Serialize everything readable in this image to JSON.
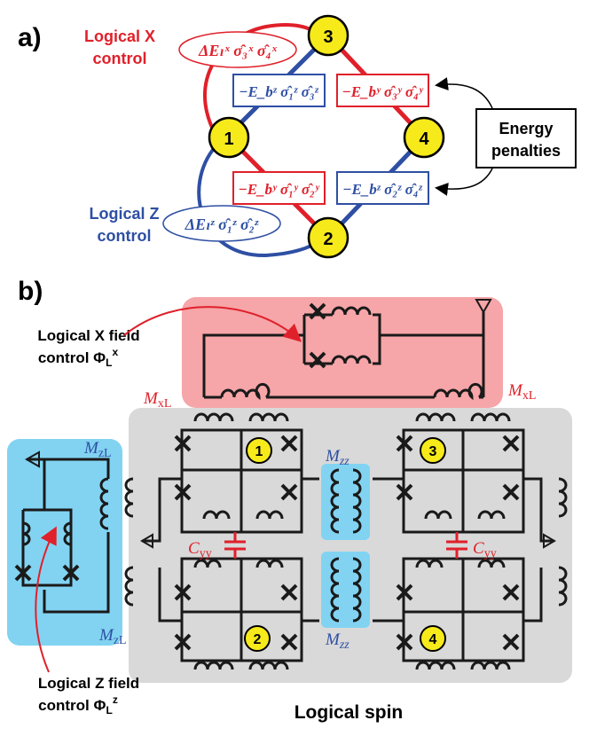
{
  "panel_a": {
    "label": "a)",
    "nodes": [
      "1",
      "2",
      "3",
      "4"
    ],
    "logical_x_control": {
      "line1": "Logical X",
      "line2": "control"
    },
    "logical_z_control": {
      "line1": "Logical Z",
      "line2": "control"
    },
    "term_x": "ΔEₗˣ σ̂₃ˣ σ̂₄ˣ",
    "term_z": "ΔEₗᶻ σ̂₁ᶻ σ̂₂ᶻ",
    "term_13": "−E_bᶻ σ̂₁ᶻ σ̂₃ᶻ",
    "term_34": "−E_bʸ σ̂₃ʸ σ̂₄ʸ",
    "term_12": "−E_bʸ σ̂₁ʸ σ̂₂ʸ",
    "term_24": "−E_bᶻ σ̂₂ᶻ σ̂₄ᶻ",
    "energy_penalties": {
      "line1": "Energy",
      "line2": "penalties"
    },
    "colors": {
      "red": "#e0202a",
      "blue": "#2e4fa3",
      "yellow": "#f7ea1a"
    }
  },
  "panel_b": {
    "label": "b)",
    "logical_x_field": {
      "line1": "Logical X field",
      "line2": "control Φ",
      "sym": "L",
      "sup": "x"
    },
    "logical_z_field": {
      "line1": "Logical Z field",
      "line2": "control Φ",
      "sym": "L",
      "sup": "z"
    },
    "m_xl": "M",
    "m_xl_sub": "xL",
    "m_zl": "M",
    "m_zl_sub": "zL",
    "m_zz": "M",
    "m_zz_sub": "zz",
    "c_yy": "C",
    "c_yy_sub": "yy",
    "logical_spin": "Logical spin",
    "nodes": [
      "1",
      "2",
      "3",
      "4"
    ],
    "colors": {
      "pink": "#f6a5a8",
      "cyan": "#82d3f2",
      "gray": "#d9d9d9",
      "red": "#e0202a",
      "blue": "#2e4fa3"
    }
  }
}
